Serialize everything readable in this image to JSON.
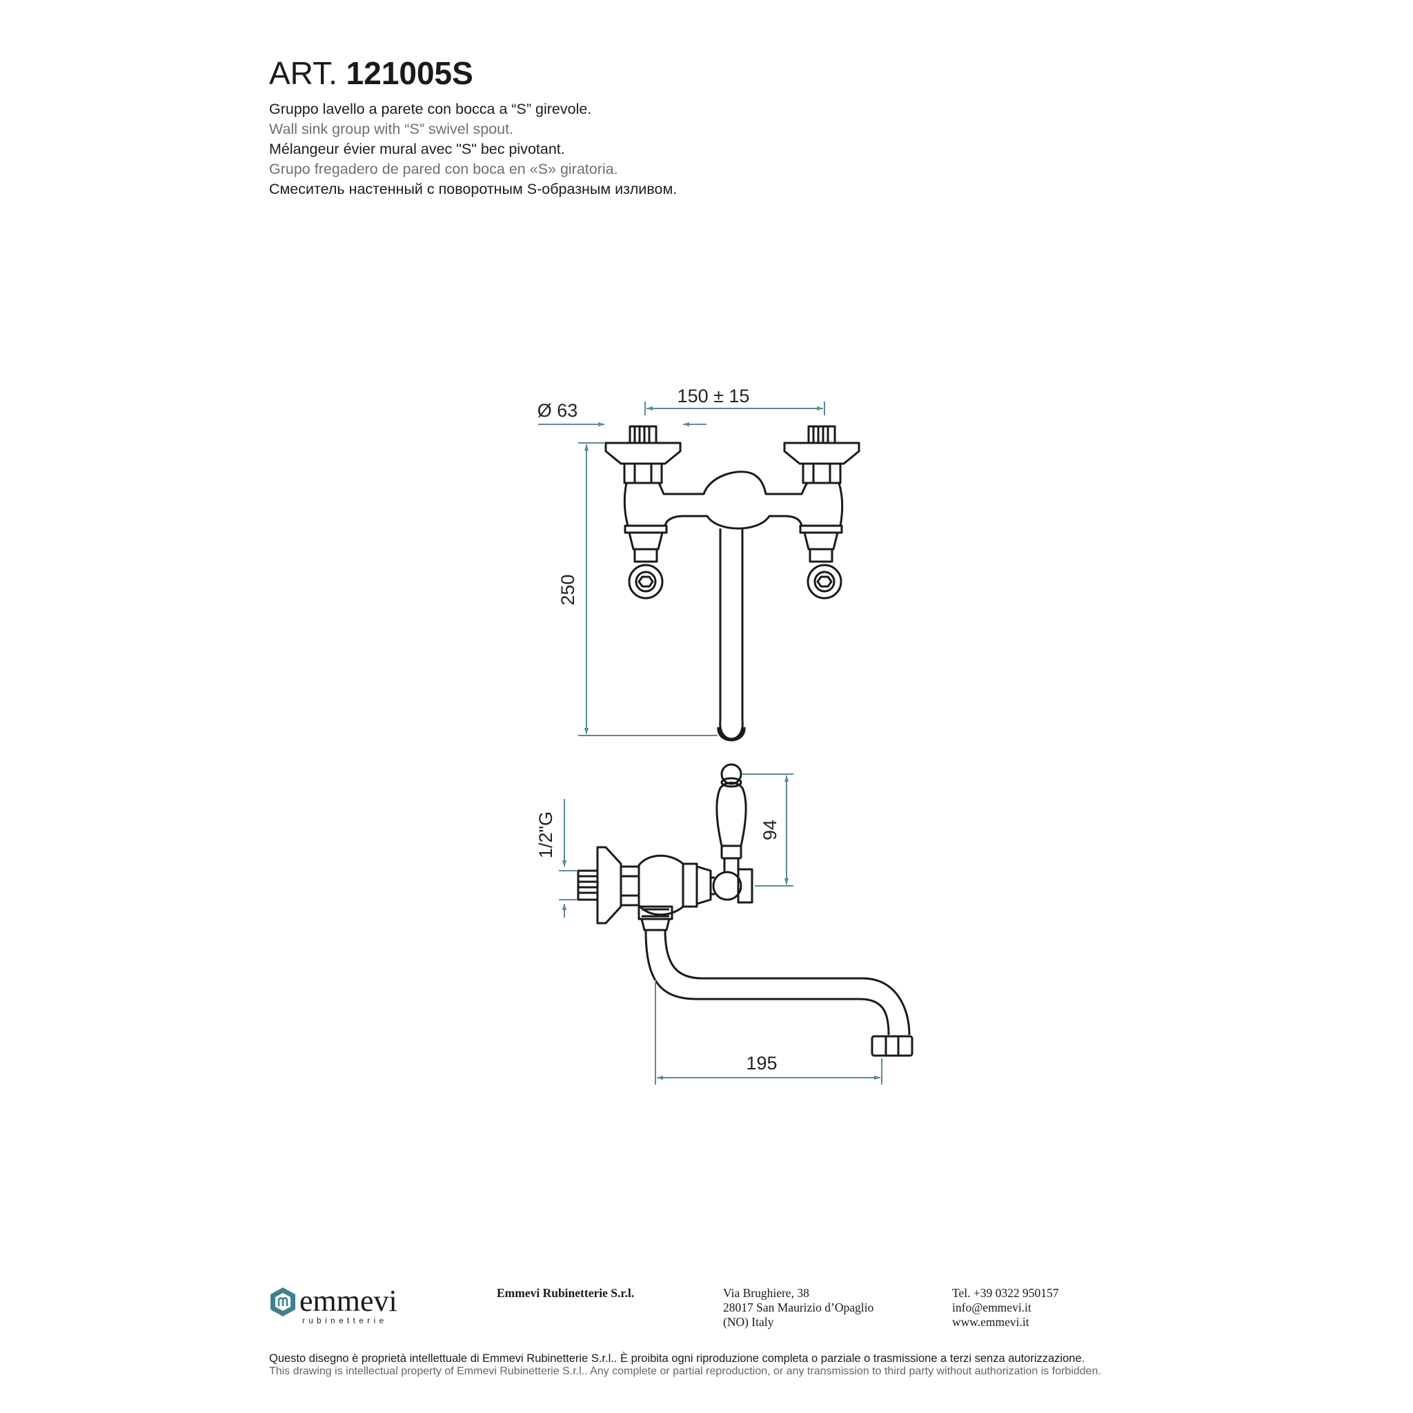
{
  "header": {
    "art_prefix": "ART.",
    "art_code": "121005S",
    "descriptions": [
      "Gruppo lavello a parete con bocca a “S” girevole.",
      "Wall sink group with “S” swivel spout.",
      "Mélangeur évier mural avec \"S\" bec pivotant.",
      "Grupo fregadero de pared con boca en «S» giratoria.",
      "Смеситель настенный с поворотным S-образным изливом."
    ]
  },
  "dimensions": {
    "flange_diameter": "Ø 63",
    "center_distance": "150 ± 15",
    "height": "250",
    "thread": "1/2\"G",
    "handle_height": "94",
    "spout_reach": "195"
  },
  "colors": {
    "dimension_line": "#5b8a99",
    "drawing_line": "#1a1a1a",
    "logo_teal": "#3f7f8f"
  },
  "footer": {
    "logo_name": "emmevi",
    "logo_sub": "rubinetterie",
    "company": "Emmevi Rubinetterie S.r.l.",
    "address_lines": [
      "Via Brughiere, 38",
      "28017 San Maurizio d’Opaglio",
      "(NO) Italy"
    ],
    "contact_lines": [
      "Tel. +39 0322 950157",
      "info@emmevi.it",
      "www.emmevi.it"
    ],
    "legal_it": "Questo disegno è proprietà intellettuale di Emmevi Rubinetterie S.r.l.. È proibita ogni riproduzione completa o parziale o trasmissione a terzi senza autorizzazione.",
    "legal_en": "This drawing is intellectual property of Emmevi Rubinetterie S.r.l.. Any complete or partial reproduction, or any transmission to third party without authorization is forbidden."
  }
}
